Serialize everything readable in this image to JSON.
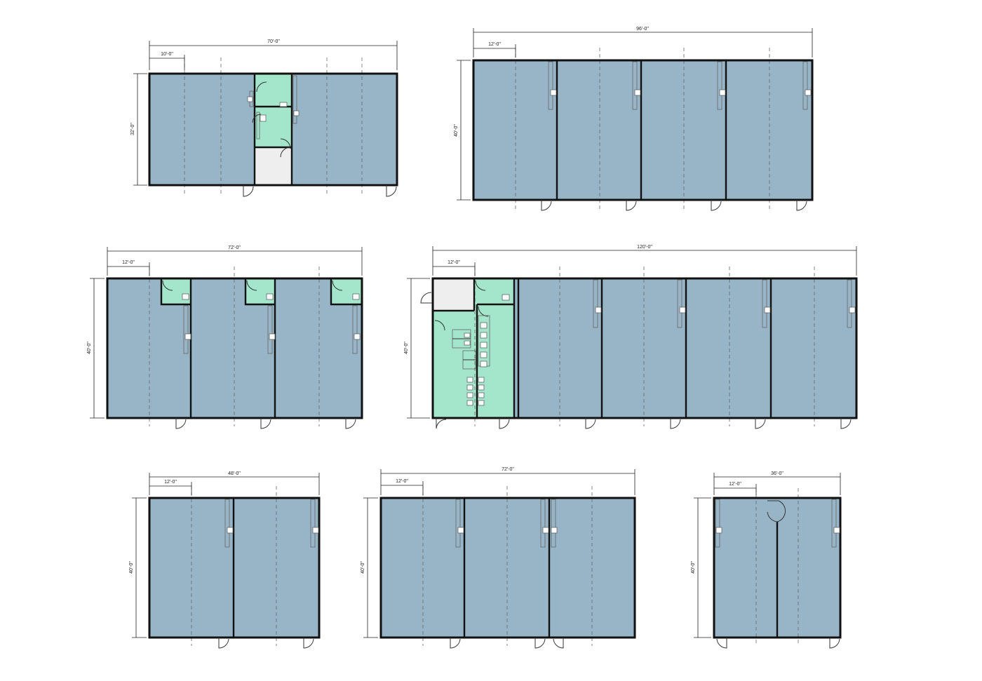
{
  "plans": [
    {
      "id": "plan-70x32",
      "width_label": "70'-0\"",
      "depth_label": "32'-0\"",
      "module_label": "10'-0\""
    },
    {
      "id": "plan-96x40",
      "width_label": "96'-0\"",
      "depth_label": "40'-0\"",
      "module_label": "12'-0\""
    },
    {
      "id": "plan-72x40-a",
      "width_label": "72'-0\"",
      "depth_label": "40'-0\"",
      "module_label": "12'-0\""
    },
    {
      "id": "plan-120x40",
      "width_label": "120'-0\"",
      "depth_label": "40'-0\"",
      "module_label": "12'-0\""
    },
    {
      "id": "plan-48x40",
      "width_label": "48'-0\"",
      "depth_label": "40'-0\"",
      "module_label": "12'-0\""
    },
    {
      "id": "plan-72x40-b",
      "width_label": "72'-0\"",
      "depth_label": "40'-0\"",
      "module_label": "12'-0\""
    },
    {
      "id": "plan-36x40",
      "width_label": "36'-0\"",
      "depth_label": "40'-0\"",
      "module_label": "12'-0\""
    }
  ],
  "colors": {
    "room_fill": "#97b5c6",
    "restroom_fill": "#a4e6cc",
    "corridor_fill": "#eeeeee",
    "wall": "#111111"
  }
}
